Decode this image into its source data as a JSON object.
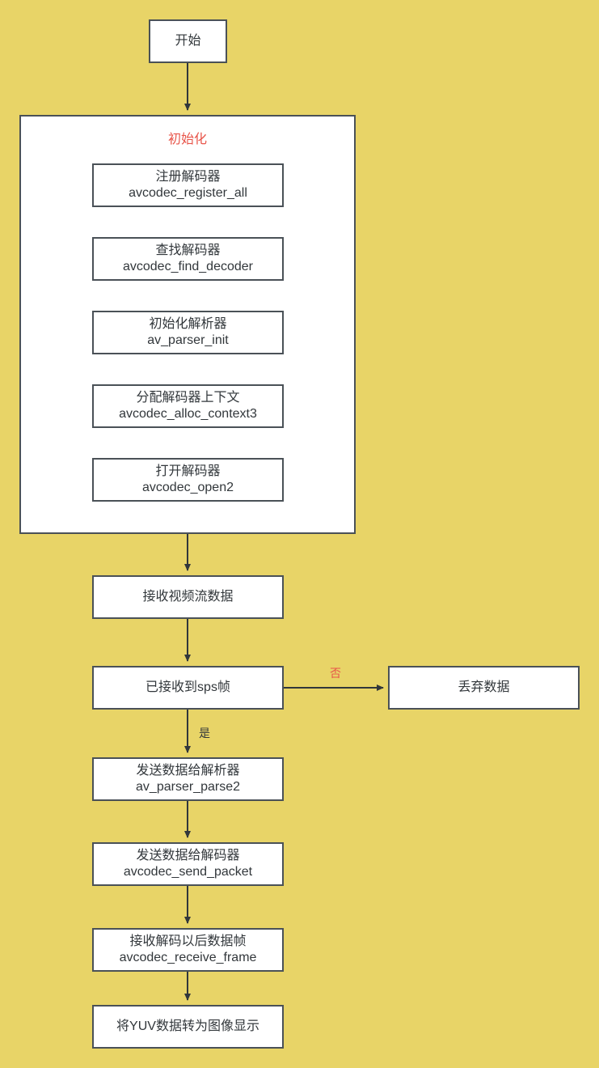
{
  "diagram": {
    "title_label": "初始化",
    "background_color": "#e8d467",
    "node_border_color": "#4a5157",
    "node_fill_color": "#ffffff",
    "accent_color": "#e8554a",
    "text_color": "#32373b"
  },
  "nodes": {
    "start": {
      "line1": "开始",
      "line2": ""
    },
    "register": {
      "line1": "注册解码器",
      "line2": "avcodec_register_all"
    },
    "find_decoder": {
      "line1": "查找解码器",
      "line2": "avcodec_find_decoder"
    },
    "parser_init": {
      "line1": "初始化解析器",
      "line2": "av_parser_init"
    },
    "alloc_context": {
      "line1": "分配解码器上下文",
      "line2": "avcodec_alloc_context3"
    },
    "open_codec": {
      "line1": "打开解码器",
      "line2": "avcodec_open2"
    },
    "receive_stream": {
      "line1": "接收视频流数据",
      "line2": ""
    },
    "sps_check": {
      "line1": "已接收到sps帧",
      "line2": ""
    },
    "discard": {
      "line1": "丢弃数据",
      "line2": ""
    },
    "send_parser": {
      "line1": "发送数据给解析器",
      "line2": "av_parser_parse2"
    },
    "send_decoder": {
      "line1": "发送数据给解码器",
      "line2": "avcodec_send_packet"
    },
    "receive_frame": {
      "line1": "接收解码以后数据帧",
      "line2": "avcodec_receive_frame"
    },
    "yuv_display": {
      "line1": "将YUV数据转为图像显示",
      "line2": ""
    }
  },
  "edge_labels": {
    "no": "否",
    "yes": "是"
  }
}
